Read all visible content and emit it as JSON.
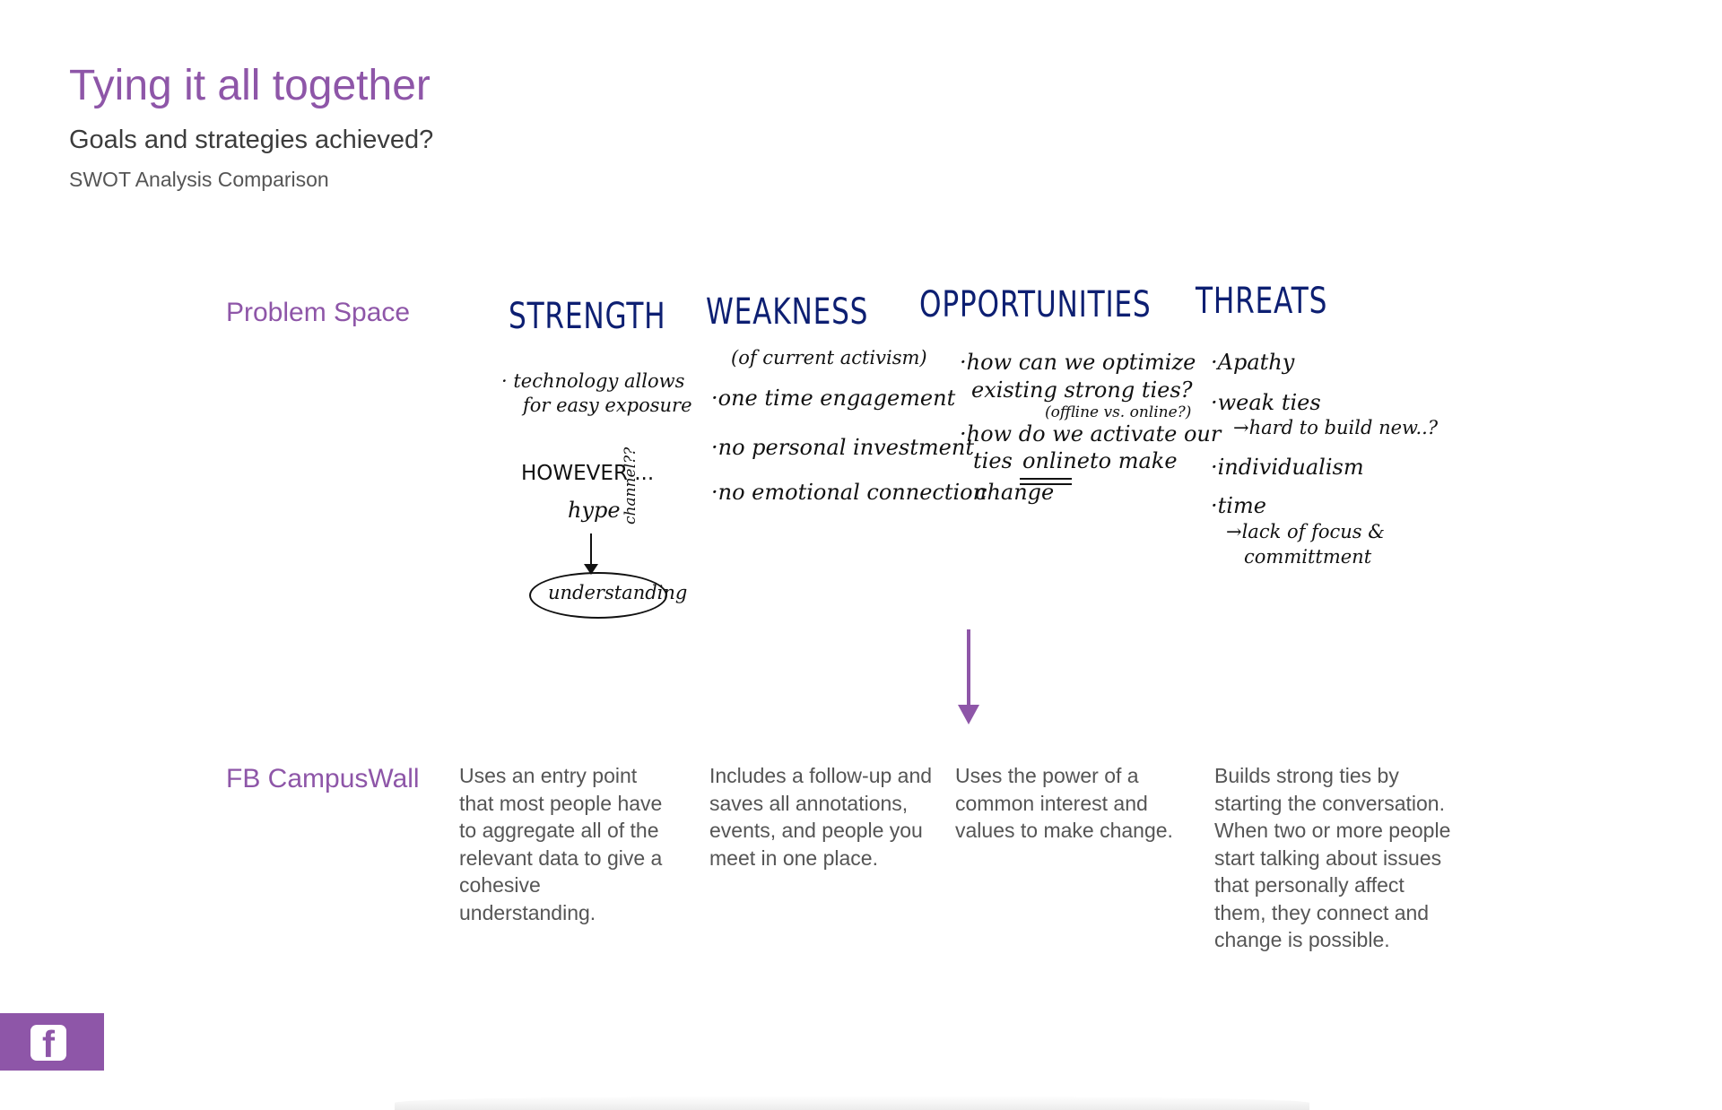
{
  "header": {
    "title": "Tying it all together",
    "subtitle": "Goals and strategies achieved?",
    "caption": "SWOT Analysis Comparison"
  },
  "rows": {
    "problem_label": "Problem Space",
    "solution_label": "FB CampusWall"
  },
  "swot": {
    "strength": {
      "heading": "STRENGTH",
      "bullet_line1": "· technology allows",
      "bullet_line2": "for easy exposure",
      "however": "HOWEVER ...",
      "hype": "hype",
      "channel": "channel??",
      "understanding": "understanding"
    },
    "weakness": {
      "heading": "WEAKNESS",
      "note": "(of current activism)",
      "item1": "·one time engagement",
      "item2": "·no personal investment",
      "item3": "·no emotional connection"
    },
    "opportunities": {
      "heading": "OPPORTUNITIES",
      "item1_line1": "·how can we optimize",
      "item1_line2": "existing strong ties?",
      "item1_note": "(offline vs. online?)",
      "item2_line1": "·how do we activate our",
      "item2_line2a": "ties",
      "item2_online": "online",
      "item2_line2b": "to make",
      "item2_line3": "change"
    },
    "threats": {
      "heading": "THREATS",
      "item1": "·Apathy",
      "item2": "·weak ties",
      "item2_sub": "→hard to build new..?",
      "item3": "·individualism",
      "item4": "·time",
      "item4_sub1": "→lack of focus &",
      "item4_sub2": "committment"
    }
  },
  "descriptions": {
    "strength": "Uses an entry point that most people have to aggregate all of the relevant data to give a cohesive understanding.",
    "weakness": "Includes a follow-up and saves all annotations, events, and people you meet in one place.",
    "opportunities": "Uses the power of a common interest and values to make change.",
    "threats": "Builds strong ties by starting the conversation. When two or more people start talking about issues that personally affect them, they connect and change is possible."
  },
  "colors": {
    "accent": "#8e56a8",
    "handwriting_heading": "#0d1f72",
    "body_text": "#555555"
  },
  "icons": {
    "badge": "facebook-icon",
    "arrow": "arrow-down-icon"
  }
}
